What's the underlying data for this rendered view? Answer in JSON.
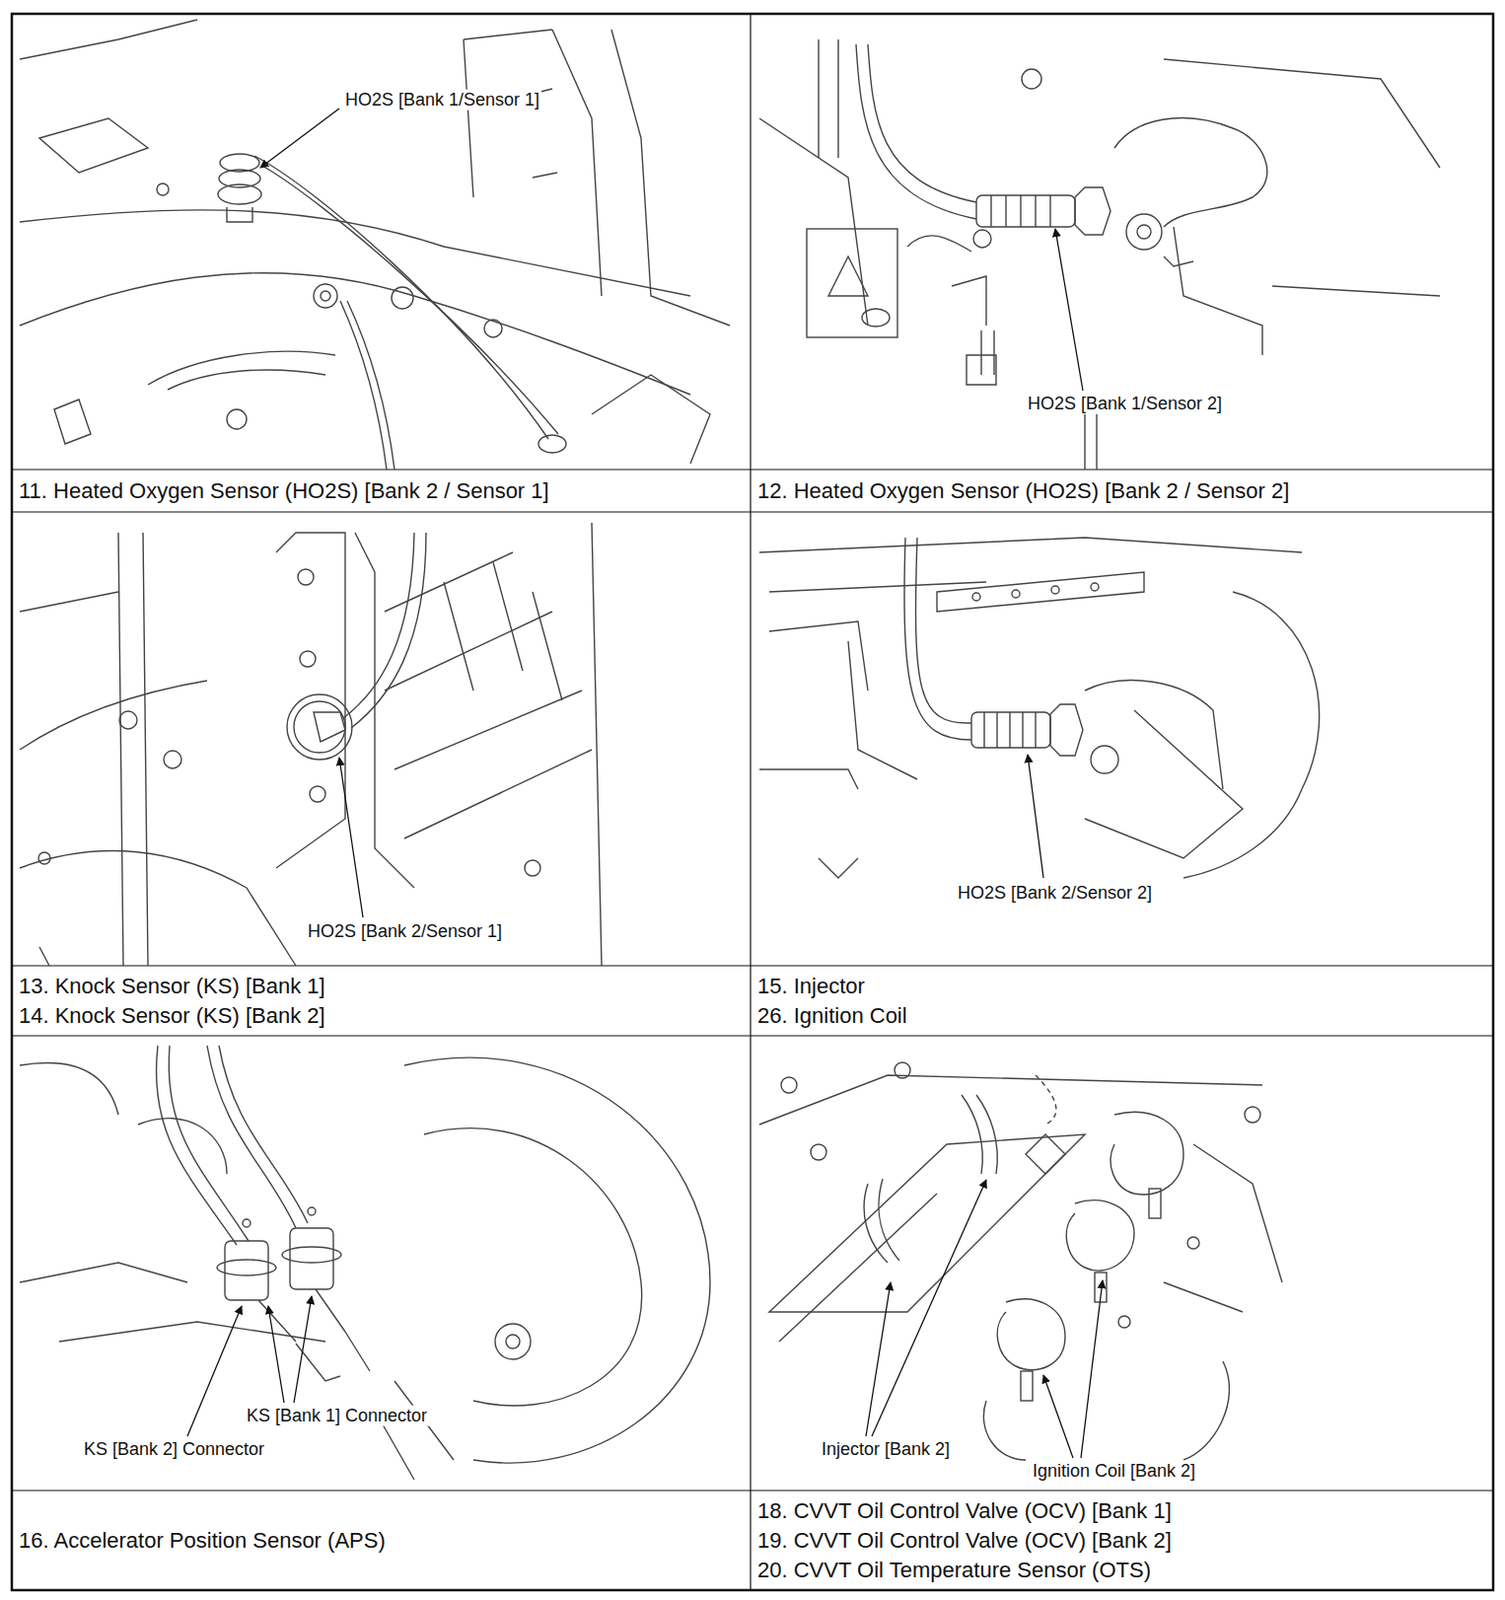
{
  "diagram": {
    "labels": [
      "HO2S [Bank 1/Sensor 1]",
      "HO2S [Bank 1/Sensor 2]",
      "11. Heated Oxygen Sensor (HO2S) [Bank 2 / Sensor 1]",
      "12. Heated Oxygen Sensor (HO2S) [Bank 2 / Sensor 2]",
      "HO2S [Bank 2/Sensor 1]",
      "HO2S [Bank 2/Sensor 2]",
      "13. Knock Sensor (KS) [Bank 1]",
      "14. Knock Sensor (KS) [Bank 2]",
      "15. Injector",
      "26. Ignition Coil",
      "KS [Bank 1] Connector",
      "KS [Bank 2] Connector",
      "Injector [Bank 2]",
      "Ignition Coil [Bank 2]",
      "16. Accelerator Position Sensor (APS)",
      "18. CVVT Oil Control Valve (OCV) [Bank 1]",
      "19. CVVT Oil Control Valve (OCV) [Bank 2]",
      "20. CVVT Oil Temperature Sensor (OTS)"
    ]
  }
}
